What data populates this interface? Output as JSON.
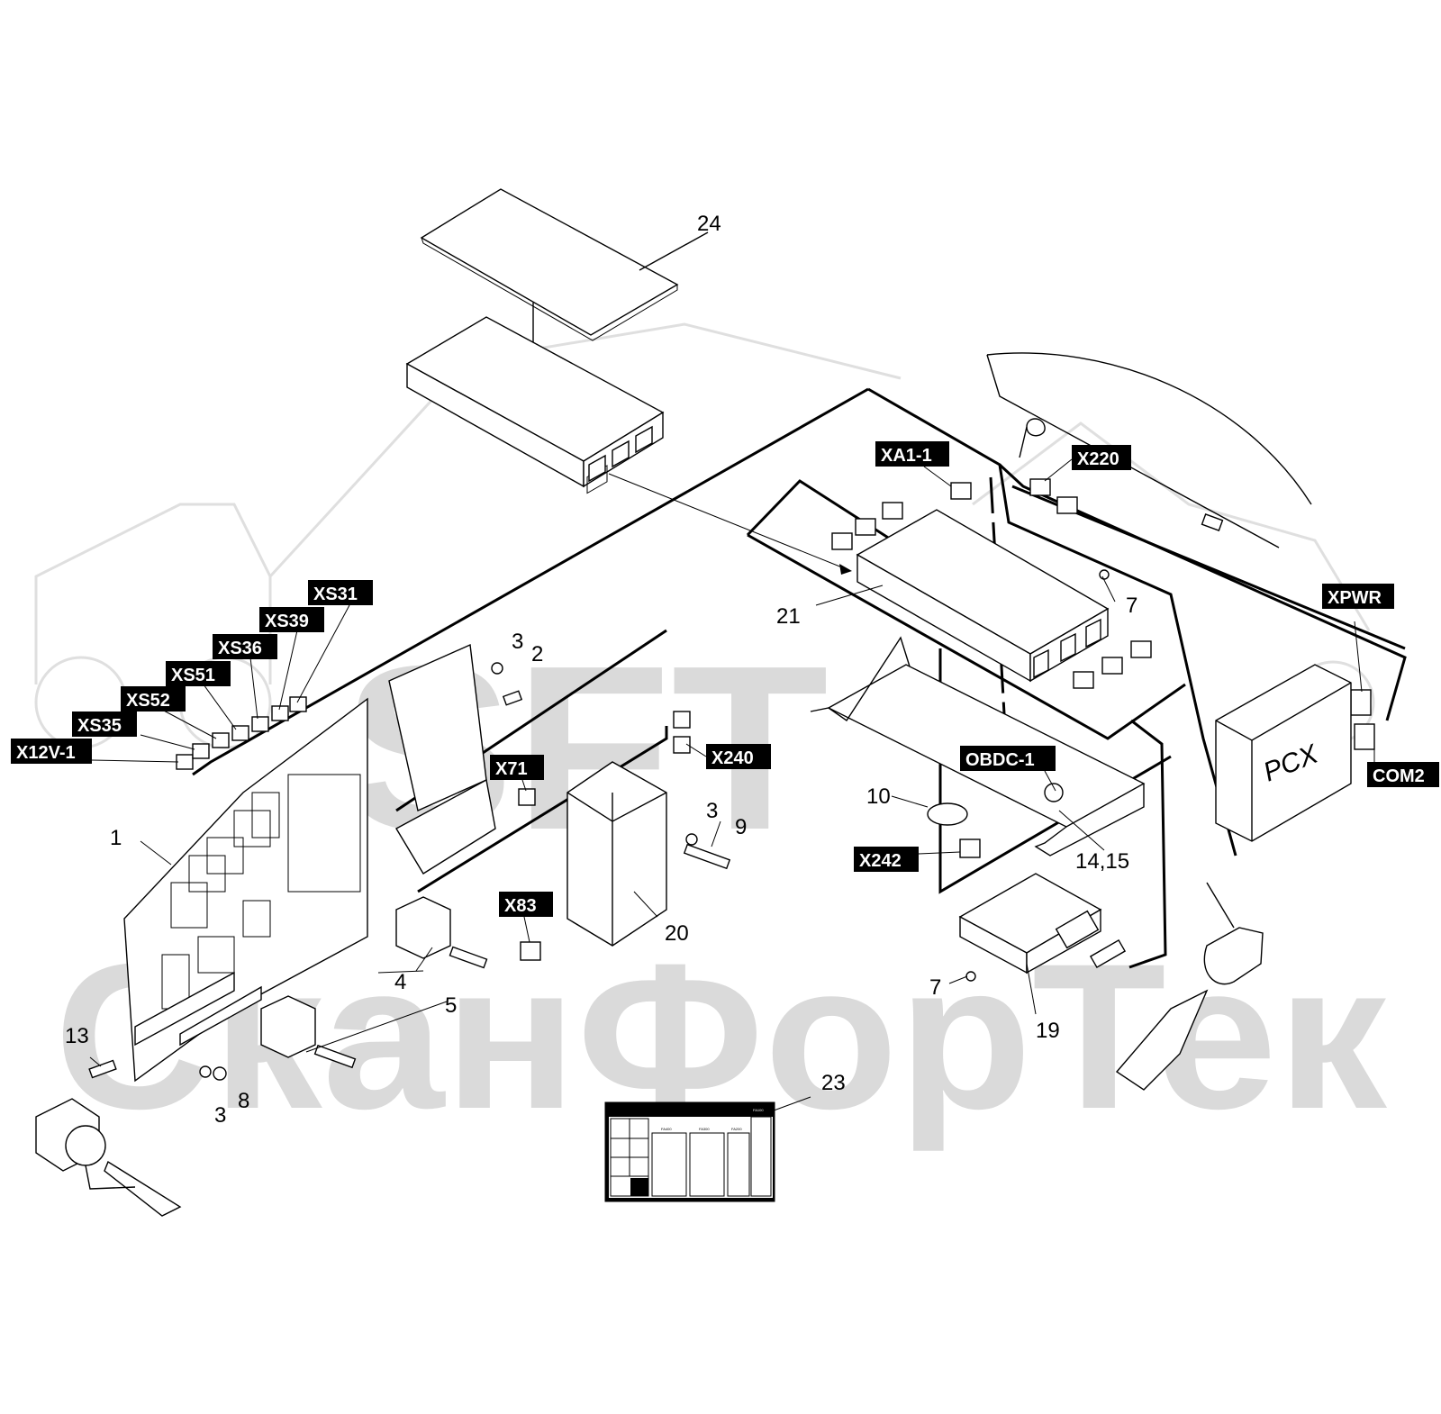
{
  "watermark": {
    "logo_text": "SFT",
    "company_text": "СканФорТек"
  },
  "part_numbers": [
    "24",
    "21",
    "7",
    "3",
    "2",
    "1",
    "20",
    "9",
    "10",
    "14,15",
    "19",
    "13",
    "8",
    "4",
    "5",
    "23"
  ],
  "connector_tags": [
    "XA1-1",
    "X220",
    "XPWR",
    "COM2",
    "XS31",
    "XS39",
    "XS36",
    "XS51",
    "XS52",
    "XS35",
    "X12V-1",
    "X240",
    "X71",
    "X83",
    "OBDC-1",
    "X242"
  ],
  "module_label": "PCX",
  "fuse_sticker": {
    "headers": [
      "FA400",
      "FA300",
      "FA200",
      "FA100"
    ]
  }
}
